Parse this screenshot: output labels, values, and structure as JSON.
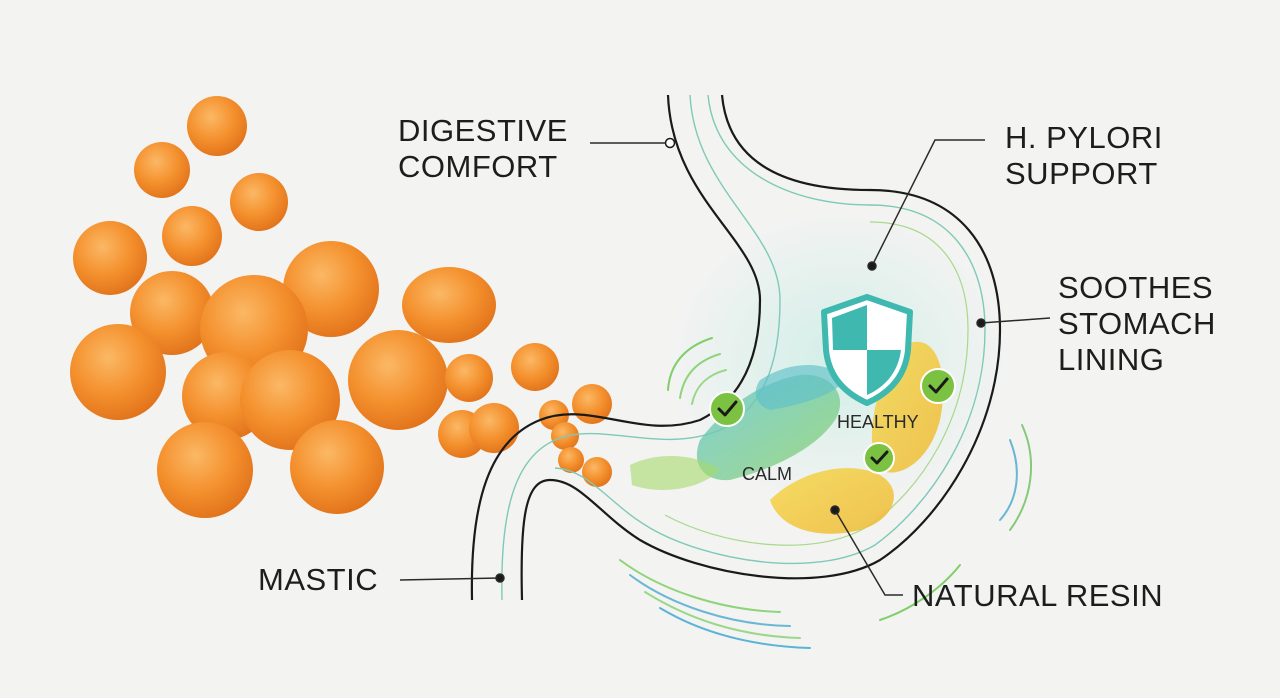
{
  "labels": {
    "digestive": [
      "DIGESTIVE",
      "COMFORT"
    ],
    "hpylori": [
      "H. PYLORI",
      "SUPPORT"
    ],
    "soothes": [
      "SOOTHES",
      "STOMACH",
      "LINING"
    ],
    "mastic": "MASTIC",
    "resin": "NATURAL RESIN",
    "healthy": "HEALTHY",
    "calm": "CALM"
  },
  "colors": {
    "gummy": "#f28a2a",
    "gummy_light": "#f9b35a",
    "outline": "#1a1a1a",
    "teal": "#3fb8b0",
    "green": "#8ccf5c",
    "yellow": "#f1cc3a",
    "check": "#7cc242"
  },
  "icons": [
    "shield-icon",
    "check-icon"
  ]
}
